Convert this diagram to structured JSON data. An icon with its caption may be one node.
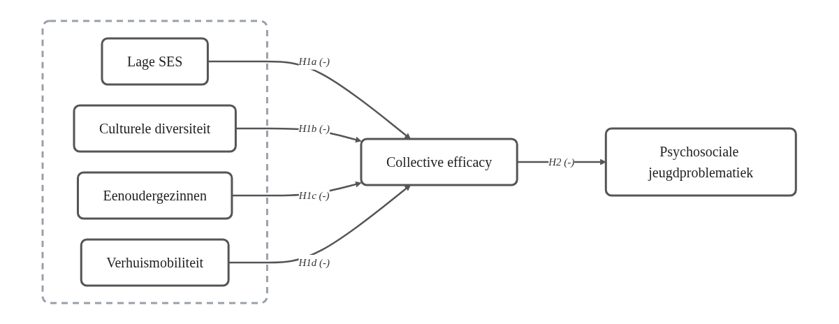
{
  "diagram": {
    "nodes": [
      {
        "text": [],
        "shape": "box"
      },
      {
        "text": [
          "Lage SES"
        ],
        "in": 0
      },
      {
        "text": [
          "Culturele diversiteit"
        ],
        "in": 0
      },
      {
        "text": [
          "Eenoudergezinnen"
        ],
        "in": 0
      },
      {
        "text": [
          "Verhuismobiliteit"
        ],
        "in": 0
      },
      {
        "text": [
          "Collective efficacy"
        ]
      },
      {
        "text": [
          "Psychosociale jeugdproblematiek"
        ]
      }
    ],
    "edges": [
      {
        "from": 1,
        "to": 5,
        "arrow": "to",
        "label": "H1a (-)"
      },
      {
        "from": 2,
        "to": 5,
        "arrow": "to",
        "label": "H1b (-)"
      },
      {
        "from": 3,
        "to": 5,
        "arrow": "to",
        "label": "H1c (-)"
      },
      {
        "from": 4,
        "to": 5,
        "arrow": "to",
        "label": "H1d (-)"
      },
      {
        "from": 5,
        "to": 6,
        "arrow": "to",
        "label": "H2 (-)"
      }
    ]
  }
}
